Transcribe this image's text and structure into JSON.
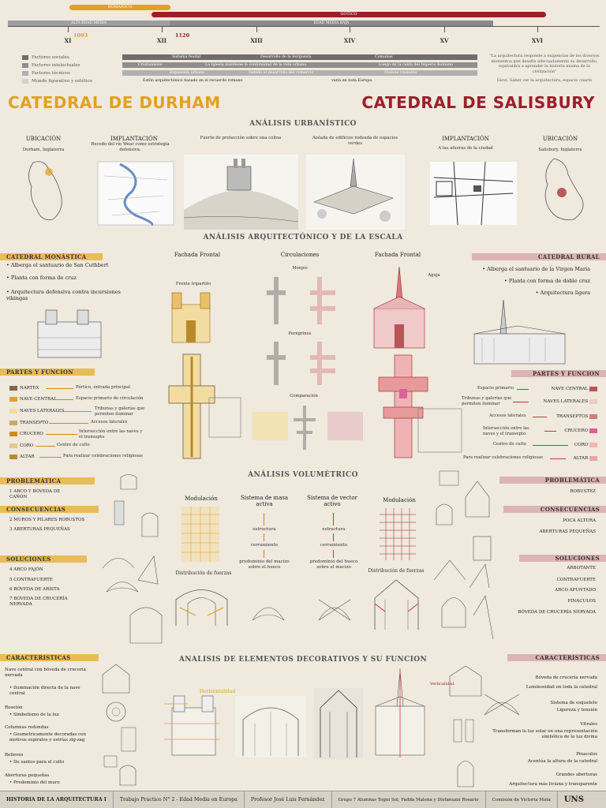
{
  "timeline": {
    "romanico": "ROMANICO",
    "gotico": "GOTICO",
    "alta": "ALTA EDAD MEDIA",
    "baja": "EDAD MEDIA BAJA",
    "centuries": [
      "XI",
      "XII",
      "XIII",
      "XIV",
      "XV",
      "XVI"
    ],
    "years": [
      "1093",
      "1120"
    ],
    "legend": [
      "Factores sociales",
      "Factores intelectuales",
      "Factores técnicos",
      "Mundo figurativo y estético"
    ],
    "bars": [
      "Sistema feudal",
      "Desarrollo de la burguesía",
      "Comunas",
      "Cristianismo",
      "La Iglesia mantiene la continuidad de la vida urbana",
      "Luego de la caída del Imperio Romano",
      "Expansión urbana",
      "Debido al desarrollo del comercio",
      "Nuevas ciudades"
    ],
    "estilo": "Estilo arquitectónico basado en el recuerdo romano",
    "varia": "varía en toda Europa",
    "quote": "\"La arquitectura responde a exigencias de los diversos momentos que desafíe adecuadamente su desarrollo, equivaldrá a aprender la historia misma de la civilización\"",
    "quote_author": "Giovi. Saber ver la arquitectura, espacio cuarto"
  },
  "titles": {
    "durham": "CATEDRAL DE DURHAM",
    "salisbury": "CATEDRAL DE SALISBURY"
  },
  "urban": {
    "title": "ANÁLISIS URBANÍSTICO",
    "ubic_l": "UBICACIÓN",
    "ubic_l_txt": "Durham, Inglaterra",
    "impl_l": "IMPLANTACIÓN",
    "impl_l_txt": "Recodo del río Wear como estrategia defensiva.",
    "fuerte": "Fuerte de protección sobre una colina",
    "aislada": "Aislada de edificios rodeada de espacios verdes",
    "impl_r": "IMPLANTACIÓN",
    "impl_r_txt": "A las afueras de la ciudad",
    "ubic_r": "UBICACIÓN",
    "ubic_r_txt": "Salisbury, Inglaterra"
  },
  "arch": {
    "title": "ANÁLISIS ARQUITECTÓNICO Y DE LA ESCALA",
    "monastica": "CATEDRAL MONÁSTICA",
    "mon_bullets": [
      "Alberga el santuario de San Cuthbert",
      "Planta con forma de cruz",
      "Arquitectura defensiva contra incursiones vikingas"
    ],
    "fachada_l": "Fachada Frontal",
    "frente": "Frente tripartito",
    "circ": "Circulaciones",
    "monjes": "Monjes",
    "peregrinos": "Peregrinos",
    "comparacion": "Comparación",
    "fachada_r": "Fachada Frontal",
    "aguja": "Aguja",
    "rural": "CATEDRAL RURAL",
    "rur_bullets": [
      "Alberga el santuario de la Virgen María",
      "Planta con forma de doble cruz",
      "Arquitectura ligera"
    ],
    "partes_l": "PARTES Y FUNCION",
    "partes_r": "PARTES Y FUNCION",
    "parts_l": [
      [
        "NARTEX",
        "Pórtico, entrada principal"
      ],
      [
        "NAVE CENTRAL",
        "Espacio primario de circulación"
      ],
      [
        "NAVES LATERALES",
        "Tribunas y galerías que permiten iluminar"
      ],
      [
        "TRANSEPTO",
        "Accesos laterales"
      ],
      [
        "CRUCERO",
        "Intersección entre las naves y el transepto"
      ],
      [
        "CORO",
        "Centro de culto"
      ],
      [
        "ALTAR",
        "Para realizar celebraciones religiosas"
      ]
    ],
    "parts_r": [
      [
        "NAVE CENTRAL",
        "Espacio primario"
      ],
      [
        "NAVES LATERALES",
        "Tribunas y galerías que permiten iluminar"
      ],
      [
        "TRANSEPTOS",
        "Accesos laterales"
      ],
      [
        "CRUCERO",
        "Intersección entre las naves y el transepto"
      ],
      [
        "CORO",
        "Centro de culto"
      ],
      [
        "ALTAR",
        "Para realizar celebraciones religiosas"
      ]
    ]
  },
  "vol": {
    "title": "ANÁLISIS VOLUMÉTRICO",
    "prob": "PROBLEMÁTICA",
    "prob_l": "1 ARCO Y BÓVEDA DE CAÑÓN",
    "prob_r": "ROBUSTEZ",
    "cons": "CONSECUENCIAS",
    "cons_l": [
      "2 MUROS Y PILARES ROBUSTOS",
      "3 ABERTURAS PEQUEÑAS"
    ],
    "cons_r": [
      "POCA ALTURA",
      "ABERTURAS PEQUEÑAS"
    ],
    "sol": "SOLUCIONES",
    "sol_l": [
      "4 ARCO FAJÓN",
      "5 CONTRAFUERTE",
      "6 BÓVEDA DE ARISTA",
      "7 BÓVEDA DE CRUCERÍA NERVADA"
    ],
    "sol_r": [
      "ARBOTANTE",
      "CONTRAFUERTE",
      "ARCO APUNTADO",
      "PINACULOS",
      "BÓVEDA DE CRUCERÍA NERVADA"
    ],
    "modul": "Modulación",
    "masa": "Sistema de masa activa",
    "vector": "Sistema de vector activo",
    "modul_r": "Modulación",
    "flow_l": [
      "estructura",
      "cerramiento",
      "predominio del macizo sobre el hueco"
    ],
    "flow_r": [
      "estructura",
      "cerramiento",
      "predominio del hueco sobre el macizo"
    ],
    "dist_l": "Distribución de fuerzas",
    "dist_r": "Distribución de fuerzas"
  },
  "deco": {
    "title": "ANALISIS DE ELEMENTOS DECORATIVOS Y SU FUNCION",
    "carac": "CARACTERISTICAS",
    "left": [
      "Nave central con bóveda de crucería nervada",
      "• Iluminación directa de la nave central",
      "Rosetón",
      "• Simbolismo de la luz",
      "Columnas redondas",
      "• Geometricamente decoradas con motivos espirales y estrías zig-zag",
      "Relieves",
      "• De santos para el culto",
      "Aberturas pequeñas",
      "• Predominio del muro"
    ],
    "horiz": "Horizontalidad",
    "vert": "Verticalidad",
    "right": [
      "Bóveda de crucería nervada",
      "Luminosidad en toda la catedral",
      "Sistema de esqueleto",
      "Ligereza y tensión",
      "Vitrales",
      "Transforman la luz solar en una representación simbólica de la luz divina",
      "Pinaculos",
      "Acentúa la altura de la catedral",
      "Grandes aberturas",
      "Arquitectura más liviana y transparente"
    ]
  },
  "footer": [
    "HISTORIA DE LA ARQUITECTURA I",
    "Trabajo Practico N° 2 - Edad Media en Europa",
    "Profesor José Luis Fernández",
    "Grupo 7 Alumnas Togni Sol, Fadda Malena y Stefanuzzi Rosario",
    "Comisión de Victoria Mata",
    "UNS"
  ],
  "colors": {
    "durham": "#e0a21f",
    "salisbury": "#9c1e2a",
    "left_hdr": "#e9bc5a",
    "right_hdr": "#dcb4b4",
    "bg": "#efe9de"
  }
}
